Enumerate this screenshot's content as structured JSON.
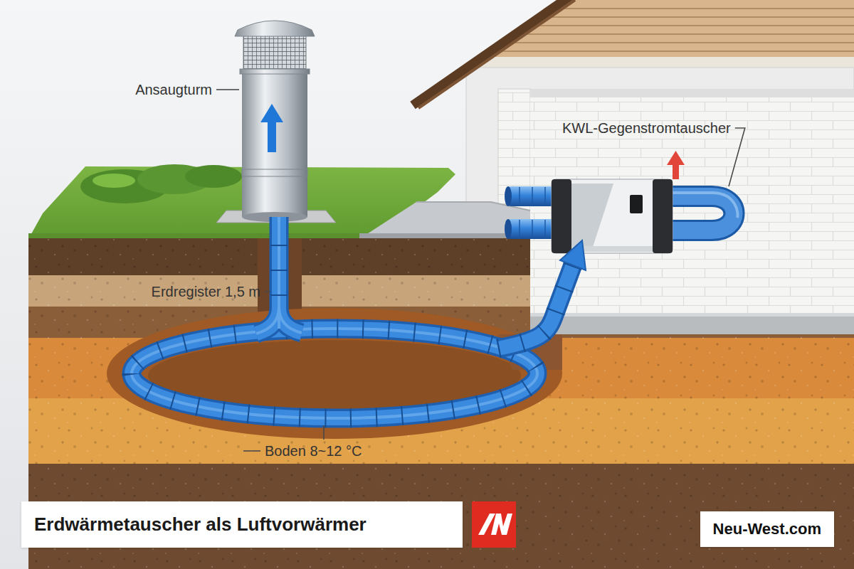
{
  "diagram": {
    "title": "Erdwärmetauscher als Luftvorwärmer",
    "labels": [
      "Ansaugturm",
      "KWL-Gegenstromtauscher",
      "Erdregister 1,5 m",
      "Boden 8~12 °C",
      "Neu-West.com"
    ]
  }
}
